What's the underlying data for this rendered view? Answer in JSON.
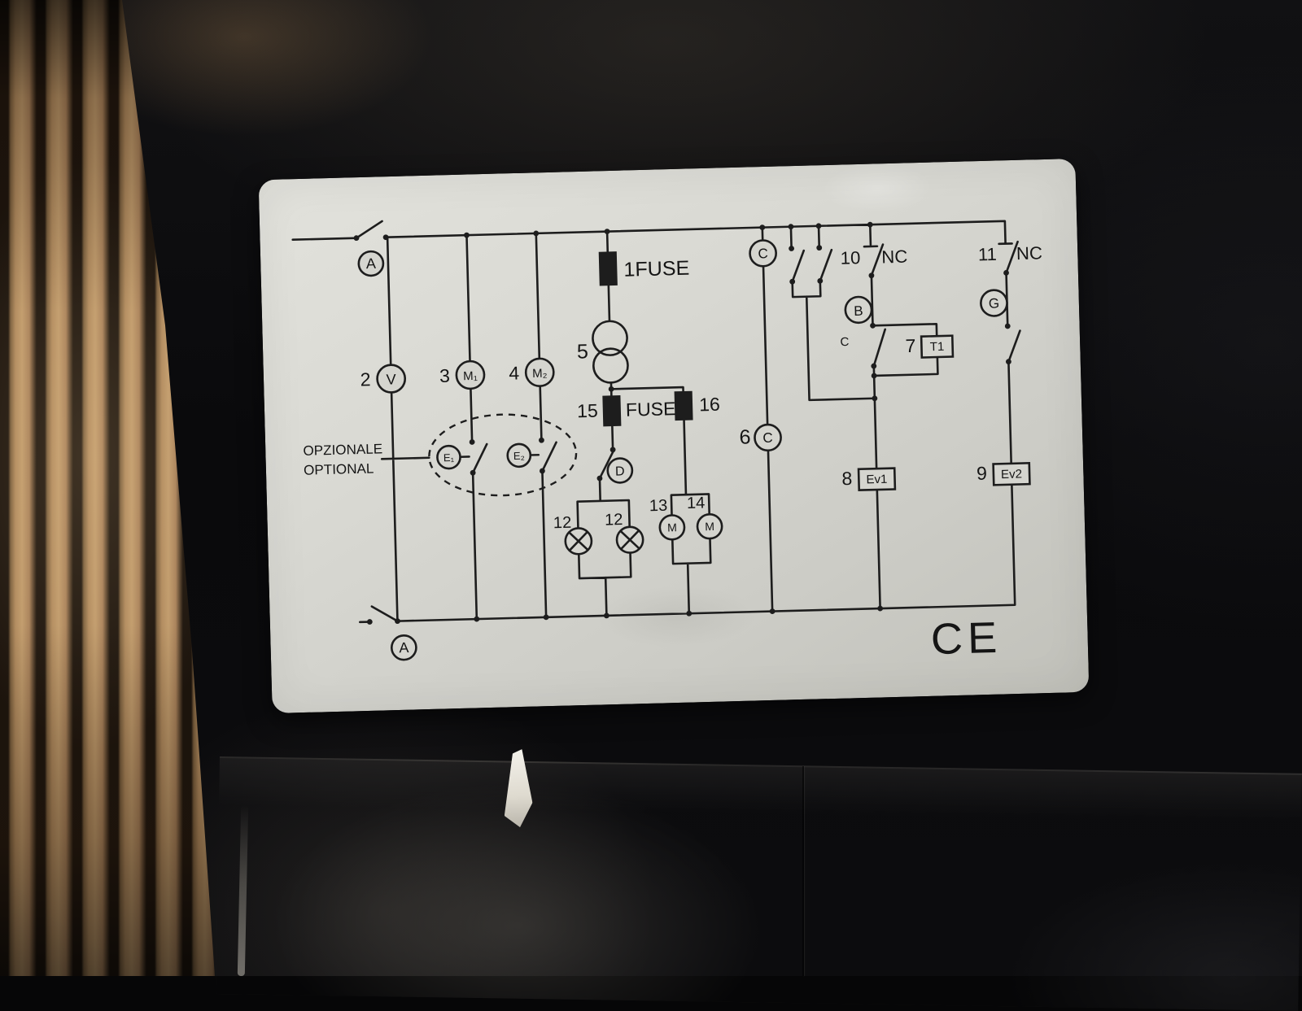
{
  "scene": {
    "colors": {
      "wood": "#b08a5e",
      "sticker": "#d6d6d0",
      "ink": "#1c1c1c",
      "appliance": "#0a0a0c"
    }
  },
  "diagram": {
    "breaker_top": {
      "label": "A"
    },
    "breaker_bottom": {
      "label": "A"
    },
    "voltmeter": {
      "num": "2",
      "label": "V"
    },
    "motor1": {
      "num": "3",
      "label": "M₁"
    },
    "motor2": {
      "num": "4",
      "label": "M₂"
    },
    "optional": {
      "line1": "OPZIONALE",
      "line2": "OPTIONAL"
    },
    "e1": {
      "label": "E₁"
    },
    "e2": {
      "label": "E₂"
    },
    "fuse1": {
      "label": "1FUSE"
    },
    "transformer": {
      "num": "5"
    },
    "fuse15": {
      "num": "15",
      "label": "FUSE"
    },
    "fuse16": {
      "num": "16"
    },
    "switch_d": {
      "label": "D"
    },
    "lamp_left": {
      "num": "12"
    },
    "lamp_right": {
      "num": "12"
    },
    "motor13": {
      "num": "13",
      "label": "M"
    },
    "motor14": {
      "num": "14",
      "label": "M"
    },
    "contact_c_top": {
      "label": "C"
    },
    "contact_c6": {
      "num": "6",
      "label": "C"
    },
    "nc10": {
      "num": "10",
      "label": "NC"
    },
    "nc11": {
      "num": "11",
      "label": "NC"
    },
    "relay_b": {
      "label": "B",
      "common": "C"
    },
    "timer_t1": {
      "num": "7",
      "label": "T1"
    },
    "switch_g": {
      "label": "G"
    },
    "valve_ev1": {
      "num": "8",
      "label": "Ev1"
    },
    "valve_ev2": {
      "num": "9",
      "label": "Ev2"
    },
    "ce_mark": "CE"
  }
}
